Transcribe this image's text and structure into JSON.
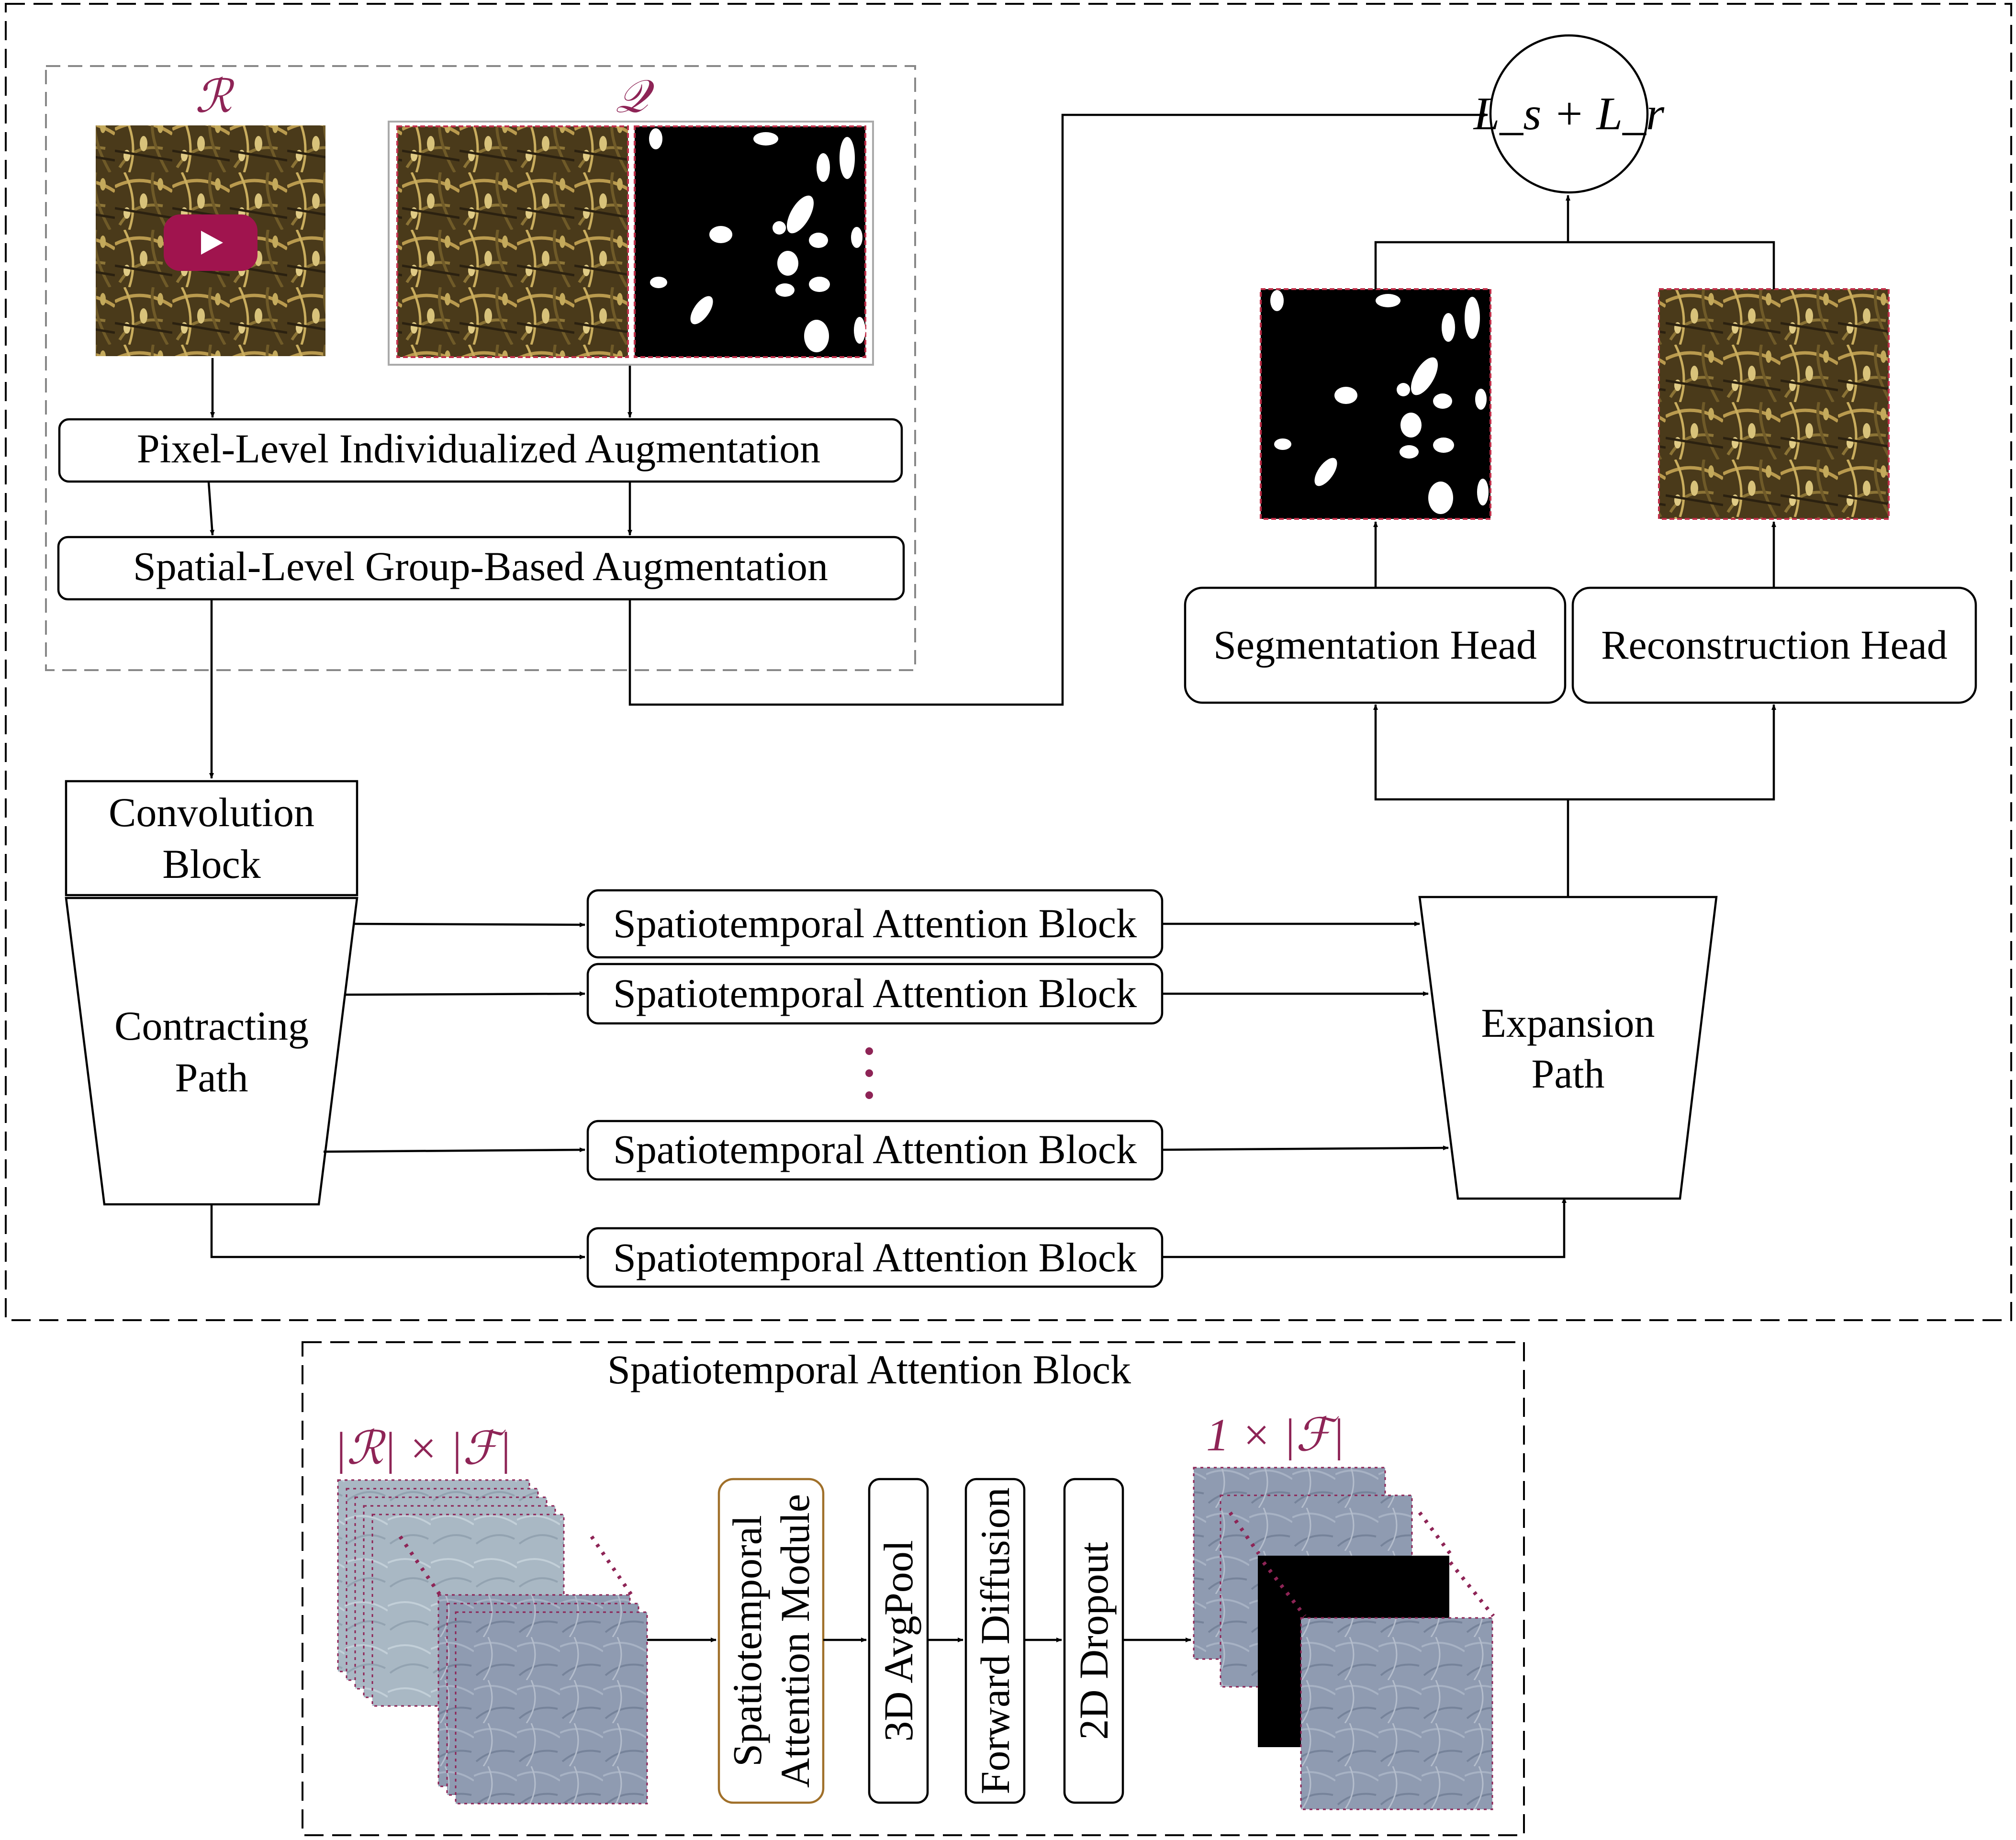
{
  "inputs": {
    "r_symbol": "ℛ",
    "q_symbol": "𝒬"
  },
  "augmentation": {
    "pixel_level": "Pixel-Level Individualized Augmentation",
    "spatial_level": "Spatial-Level Group-Based Augmentation"
  },
  "encoder": {
    "conv_block_line1": "Convolution",
    "conv_block_line2": "Block",
    "contracting_line1": "Contracting",
    "contracting_line2": "Path"
  },
  "attention_blocks": [
    "Spatiotemporal Attention Block",
    "Spatiotemporal Attention Block",
    "Spatiotemporal Attention Block",
    "Spatiotemporal Attention Block"
  ],
  "decoder": {
    "expansion_line1": "Expansion",
    "expansion_line2": "Path",
    "segmentation_head": "Segmentation Head",
    "reconstruction_head": "Reconstruction Head"
  },
  "loss": {
    "label": "L_s + L_r"
  },
  "detail": {
    "title": "Spatiotemporal Attention Block",
    "input_dims": "|ℛ| × |ℱ|",
    "output_dims": "1 × |ℱ|",
    "module_line1": "Spatiotemporal",
    "module_line2": "Attention Module",
    "avgpool": "3D AvgPool",
    "diffusion": "Forward Diffusion",
    "dropout": "2D Dropout"
  },
  "colors": {
    "accent": "#8e2456",
    "module_border": "#a0702a",
    "dashed_inner": "#888888",
    "wheat_dark": "#3b2e14",
    "wheat_light": "#b99a4e",
    "feature_map": "#8f9bb1",
    "play_button": "#a0144e"
  },
  "icons": [
    "play-button-icon"
  ]
}
